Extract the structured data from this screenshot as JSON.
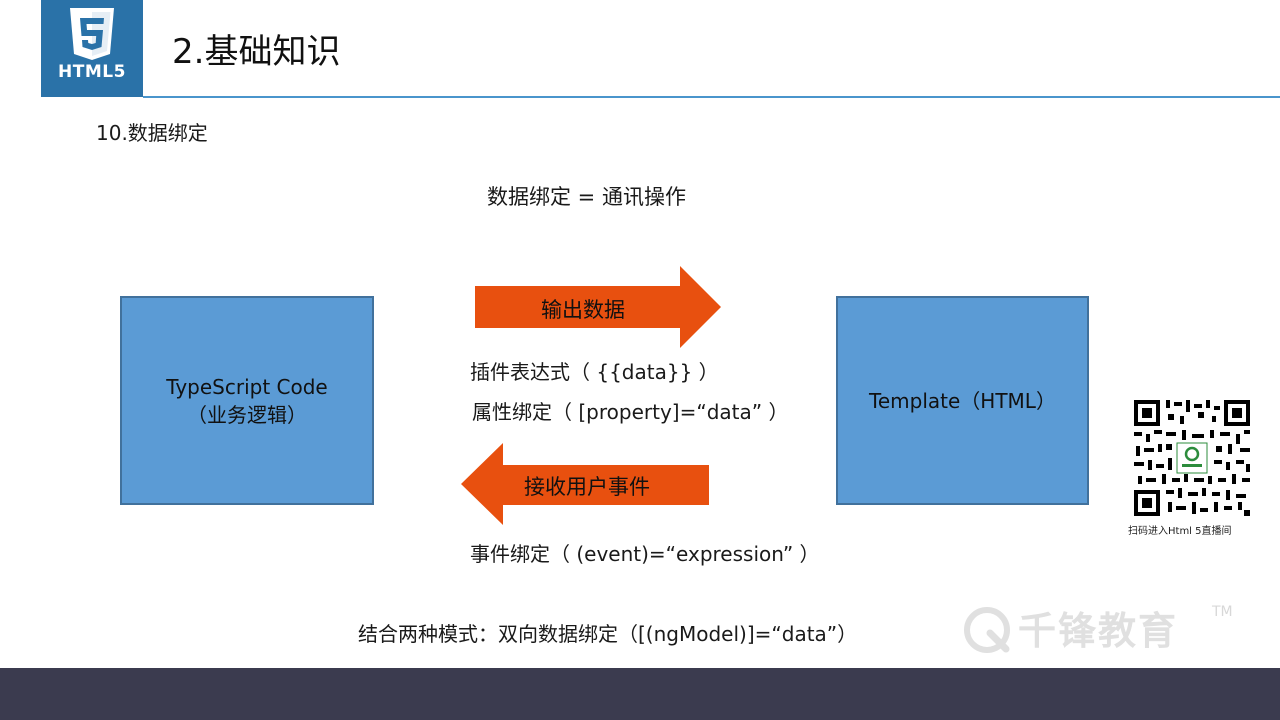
{
  "header": {
    "logo_text": "HTML5",
    "title": "2.基础知识"
  },
  "section": {
    "title": "10.数据绑定",
    "equation": "数据绑定 = 通讯操作"
  },
  "left_box": {
    "line1": "TypeScript Code",
    "line2": "（业务逻辑）"
  },
  "right_box": {
    "text": "Template（HTML）"
  },
  "arrows": {
    "output_label": "输出数据",
    "input_label": "接收用户事件",
    "color": "#e8500f"
  },
  "notes": {
    "interpolation": "插件表达式（ {{data}} ）",
    "property_binding": "属性绑定（ [property]=“data” ）",
    "event_binding": "事件绑定（ (event)=“expression” ）",
    "two_way": "结合两种模式：双向数据绑定（[(ngModel)]=“data”）"
  },
  "qr": {
    "caption": "扫码进入Html 5直播间"
  },
  "watermark": {
    "text": "千锋教育",
    "tm": "TM"
  },
  "colors": {
    "box_fill": "#5b9bd5",
    "logo_bg": "#2a72a8",
    "rule": "#4a95cc",
    "bottom_bar": "#3b3b4f"
  }
}
